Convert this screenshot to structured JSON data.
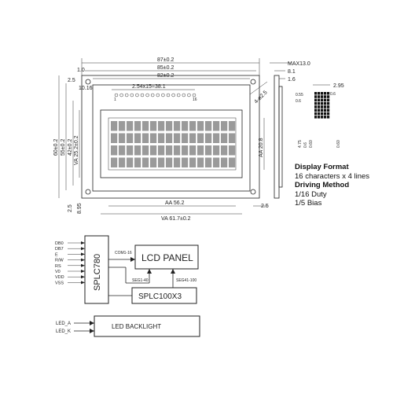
{
  "outline_dims": {
    "top": [
      "87±0.2",
      "85±0.2",
      "82±0.2",
      "2.54x15=38.1"
    ],
    "left_small": [
      "1.0",
      "2.5",
      "10.16"
    ],
    "left": [
      "60±0.2",
      "55±0.2",
      "42±0.2",
      "VA 25.2±0.2"
    ],
    "left_bottom": [
      "2.5",
      "8.95"
    ],
    "bottom": [
      "AA 56.2",
      "VA 61.7±0.2"
    ],
    "bottom_right": "2.5",
    "right": [
      "AA 20.8",
      "4-ø2.5"
    ],
    "pins": [
      "1",
      "16"
    ]
  },
  "side_dims": [
    "MAX13.0",
    "8.1",
    "1.6"
  ],
  "detail_dims": [
    "2.95",
    "0.6",
    "0.55",
    "0.6",
    "4.75",
    "0.6",
    "0.60",
    "0.60"
  ],
  "spec": {
    "display_format_title": "Display Format",
    "display_format_value": "16 characters x 4 lines",
    "driving_method_title": "Driving Method",
    "duty": "1/16 Duty",
    "bias": "1/5   Bias"
  },
  "block": {
    "controller": "SPLC780",
    "lcd_panel": "LCD PANEL",
    "driver": "SPLC100X3",
    "com_label": "COM1-16",
    "seg_label1": "SEG1-40",
    "seg_label2": "SEG41-100",
    "signals": [
      "DB0",
      "DB7",
      "E",
      "R/W",
      "RS",
      "V0",
      "VDD",
      "VSS"
    ],
    "led_a": "LED_A",
    "led_k": "LED_K",
    "backlight": "LED BACKLIGHT"
  }
}
